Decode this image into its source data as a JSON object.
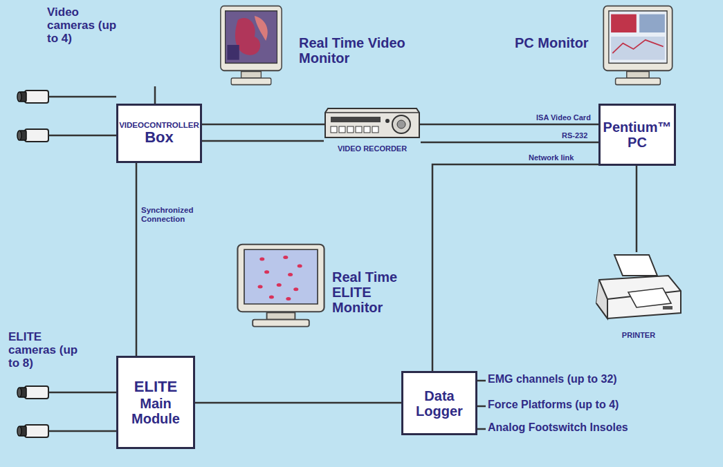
{
  "diagram": {
    "nodes": [
      {
        "text": [
          "Real Time Video Monitor"
        ]
      },
      {
        "text": [
          "PC Monitor"
        ]
      },
      {
        "text": [
          "VIDEOCONTROLLER",
          "Box"
        ]
      },
      {
        "text": [
          "VIDEO RECORDER"
        ]
      },
      {
        "text": [
          "Pentium™ PC"
        ]
      },
      {
        "text": [
          "PRINTER"
        ]
      },
      {
        "text": [
          "Real Time ELITE Monitor"
        ]
      },
      {
        "text": [
          "ELITE",
          "Main Module"
        ]
      },
      {
        "text": [
          "Data Logger"
        ]
      }
    ],
    "edges": [
      {
        "from": 2,
        "to": 0,
        "arrow": "none"
      },
      {
        "from": 2,
        "to": 4,
        "label": "ISA Video Card",
        "arrow": "none"
      },
      {
        "from": 2,
        "to": 3,
        "arrow": "none"
      },
      {
        "from": 3,
        "to": 4,
        "label": "RS-232",
        "arrow": "none"
      },
      {
        "from": 8,
        "to": 4,
        "label": "Network link",
        "arrow": "none"
      },
      {
        "from": 4,
        "to": 5,
        "arrow": "none"
      },
      {
        "from": 2,
        "to": 7,
        "label": "Synchronized Connection",
        "arrow": "none"
      },
      {
        "from": 7,
        "to": 8,
        "arrow": "none"
      }
    ],
    "labels": [
      "Video cameras (up to 4)",
      "ELITE cameras (up to 8)",
      "EMG channels (up to 32)",
      "Force Platforms (up to 4)",
      "Analog Footswitch Insoles"
    ]
  }
}
